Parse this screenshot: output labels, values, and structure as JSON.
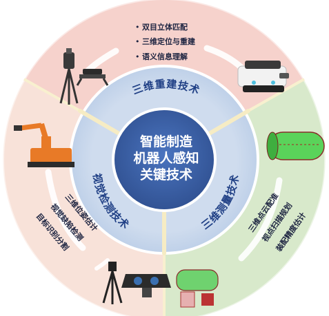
{
  "center": {
    "title_lines": [
      "智能制造",
      "机器人感知",
      "关键技术"
    ]
  },
  "segments": {
    "reconstruction": {
      "title": "三维重建技术",
      "items": [
        "双目立体匹配",
        "三维定位与重建",
        "语义信息理解"
      ]
    },
    "visual_inspection": {
      "title": "视觉检测技术",
      "items": [
        "三维位姿估计",
        "视觉缺陷检测",
        "目标识别分割"
      ]
    },
    "measurement": {
      "title": "三维测量技术",
      "items": [
        "三维点云配准",
        "视点扫描规划",
        "装配精度估计"
      ]
    }
  },
  "bullet": "•",
  "colors": {
    "outer_top": "#f6d2cc",
    "outer_right": "#d7e9ca",
    "outer_left": "#f9e4dc",
    "middle_ring": "#c6d6ec",
    "middle_border": "#8fb0d6",
    "center_fill": "#3f63a6",
    "segment_text": "#1f3f85",
    "item_text": "#1c2340",
    "divider": "#f7edc7"
  }
}
